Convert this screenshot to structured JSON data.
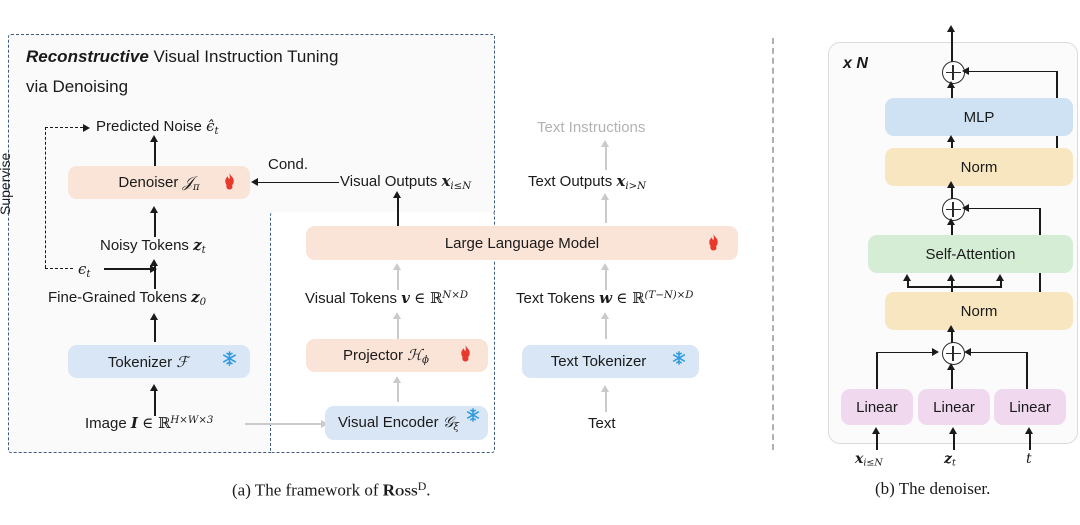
{
  "figure": {
    "captions": {
      "left_prefix": "(a) The framework of ",
      "left_name": "Ross",
      "left_superscript": "D",
      "left_suffix": ".",
      "right": "(b) The denoiser."
    }
  },
  "left_panel": {
    "title_line1_emph": "Reconstructive",
    "title_line1_rest": " Visual Instruction Tuning",
    "title_line2": "via Denoising",
    "supervise_label": "Supervise",
    "cond_label": "Cond.",
    "nodes": {
      "predicted_noise": "Predicted Noise",
      "predicted_noise_sym": "ϵ̂",
      "predicted_noise_sub": "t",
      "denoiser": "Denoiser",
      "denoiser_sym": "𝒥",
      "denoiser_sub": "π",
      "noisy_tokens": "Noisy Tokens",
      "noisy_tokens_sym": "z",
      "noisy_tokens_sub": "t",
      "epsilon": "ϵ",
      "epsilon_sub": "t",
      "fine_grained": "Fine-Grained Tokens",
      "fine_grained_sym": "z",
      "fine_grained_sub": "0",
      "tokenizer": "Tokenizer",
      "tokenizer_sym": "ℱ",
      "image": "Image",
      "image_sym": "I",
      "image_space": "∈ ℝ",
      "image_sup": "H×W×3",
      "visual_outputs": "Visual Outputs",
      "visual_outputs_sym": "x",
      "visual_outputs_sub": "i≤N",
      "llm": "Large Language Model",
      "visual_tokens": "Visual Tokens",
      "visual_tokens_sym": "v",
      "visual_tokens_space": "∈ ℝ",
      "visual_tokens_sup": "N×D",
      "projector": "Projector",
      "projector_sym": "ℋ",
      "projector_sub": "ϕ",
      "visual_encoder": "Visual Encoder",
      "visual_encoder_sym": "𝒢",
      "visual_encoder_sub": "ξ",
      "text_instructions": "Text Instructions",
      "text_outputs": "Text Outputs",
      "text_outputs_sym": "x",
      "text_outputs_sub": "i>N",
      "text_tokens": "Text Tokens",
      "text_tokens_sym": "w",
      "text_tokens_space": "∈ ℝ",
      "text_tokens_sup": "(T−N)×D",
      "text_tokenizer": "Text Tokenizer",
      "text": "Text"
    },
    "icons": {
      "flame": "🔥",
      "snowflake": "✳"
    }
  },
  "right_panel": {
    "repeat_label": "x N",
    "blocks": {
      "mlp": "MLP",
      "norm_top": "Norm",
      "self_attention": "Self-Attention",
      "norm_bottom": "Norm",
      "linear_1": "Linear",
      "linear_2": "Linear",
      "linear_3": "Linear"
    },
    "inputs": {
      "x_sym": "x",
      "x_sub": "i≤N",
      "z_sym": "z",
      "z_sub": "t",
      "t_sym": "t"
    },
    "plus_symbol": "⊕"
  },
  "colors": {
    "pink": "#fae3d7",
    "blue": "#d9e6f5",
    "light_blue": "#cfe2f3",
    "yellow": "#f7e6bf",
    "green": "#d4edd4",
    "purple": "#f0d9ef",
    "flame_red": "#e8392c",
    "snow_blue": "#2e9ae0",
    "dash_navy": "#3d5a80",
    "gray_text": "#b3b3b3"
  }
}
